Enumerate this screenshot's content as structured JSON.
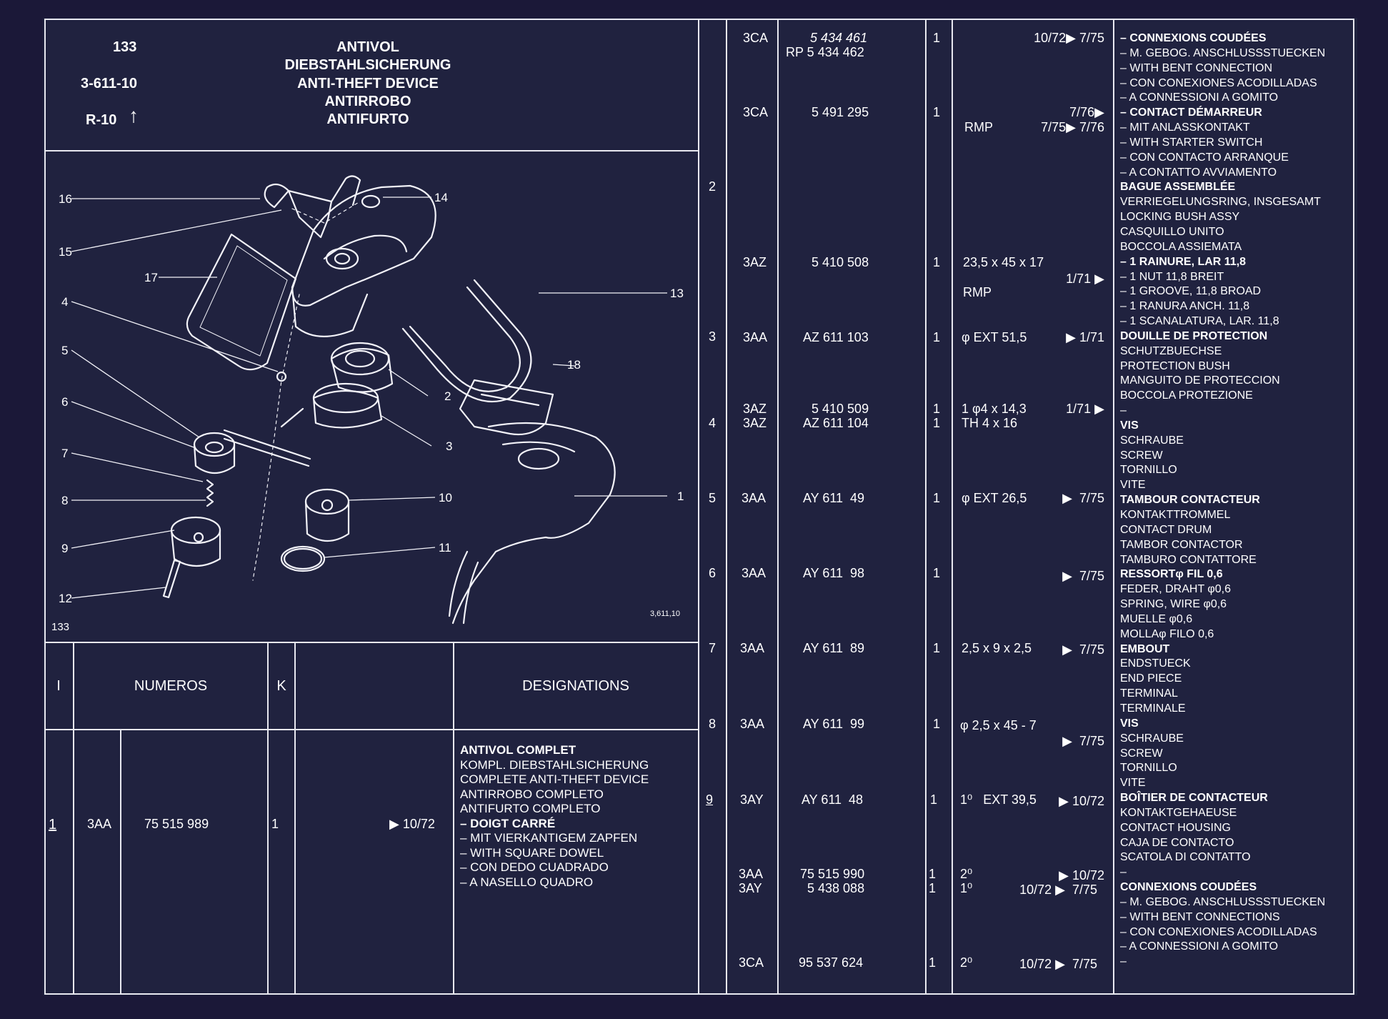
{
  "header": {
    "page_no": "133",
    "ref": "3-611-10",
    "version": "R-10",
    "title_lines": [
      "ANTIVOL",
      "DIEBSTAHLSICHERUNG",
      "ANTI-THEFT DEVICE",
      "ANTIRROBO",
      "ANTIFURTO"
    ]
  },
  "diagram": {
    "callouts": [
      "16",
      "15",
      "17",
      "4",
      "5",
      "6",
      "7",
      "8",
      "9",
      "12",
      "14",
      "13",
      "18",
      "2",
      "3",
      "10",
      "11",
      "1"
    ],
    "ref_code": "3,611,10",
    "page_tag": "133"
  },
  "table_header": {
    "col_i": "I",
    "col_numeros": "NUMEROS",
    "col_k": "K",
    "col_designations": "DESIGNATIONS"
  },
  "left_entry": {
    "item": "1",
    "code": "3AA",
    "number": "75 515 989",
    "qty": "1",
    "date": "▶ 10/72",
    "desc": [
      "ANTIVOL COMPLET",
      "KOMPL. DIEBSTAHLSICHERUNG",
      "COMPLETE ANTI-THEFT DEVICE",
      "ANTIRROBO COMPLETO",
      "ANTIFURTO COMPLETO",
      "– DOIGT CARRÉ",
      "– MIT VIERKANTIGEM ZAPFEN",
      "– WITH SQUARE DOWEL",
      "– CON DEDO CUADRADO",
      "– A NASELLO QUADRO"
    ]
  },
  "right_items": [
    "2",
    "3",
    "4",
    "5",
    "6",
    "7",
    "8",
    "9"
  ],
  "right_rows": [
    {
      "code": "3CA",
      "num": "5 434 461",
      "k": "1",
      "date": "10/72▶ 7/75"
    },
    {
      "code": "",
      "num": "RP 5 434 462",
      "k": "",
      "date": ""
    },
    {
      "code": "3CA",
      "num": "5 491 295",
      "k": "1",
      "date": "7/76▶"
    },
    {
      "code": "",
      "num": "",
      "k": "",
      "spec": "RMP",
      "date": "7/75▶ 7/76"
    },
    {
      "code": "3AZ",
      "num": "5 410 508",
      "k": "1",
      "spec": "23,5 x 45 x 17",
      "date": ""
    },
    {
      "code": "",
      "num": "",
      "k": "",
      "spec": "",
      "date": "1/71 ▶"
    },
    {
      "code": "",
      "num": "",
      "k": "",
      "spec": "RMP",
      "date": ""
    },
    {
      "code": "3AA",
      "num": "AZ 611 103",
      "k": "1",
      "spec": "φ EXT 51,5",
      "date": "▶ 1/71"
    },
    {
      "code": "3AZ",
      "num": "5 410 509",
      "k": "1",
      "spec": "1 φ4 x 14,3",
      "date": "1/71 ▶"
    },
    {
      "code": "3AZ",
      "num": "AZ 611 104",
      "k": "1",
      "spec": "TH 4 x 16",
      "date": ""
    },
    {
      "code": "3AA",
      "num": "AY 611  49",
      "k": "1",
      "spec": "φ EXT 26,5",
      "date": "▶  7/75"
    },
    {
      "code": "3AA",
      "num": "AY 611  98",
      "k": "1",
      "spec": "",
      "date": "▶  7/75"
    },
    {
      "code": "3AA",
      "num": "AY 611  89",
      "k": "1",
      "spec": "2,5 x 9 x 2,5",
      "date": "▶  7/75"
    },
    {
      "code": "3AA",
      "num": "AY 611  99",
      "k": "1",
      "spec": "φ 2,5 x 45 - 7",
      "date": ""
    },
    {
      "code": "",
      "num": "",
      "k": "",
      "spec": "",
      "date": "▶  7/75"
    },
    {
      "code": "3AY",
      "num": "AY 611  48",
      "k": "1",
      "spec": "1⁰   EXT 39,5",
      "date": "▶ 10/72"
    },
    {
      "code": "3AA",
      "num": "75 515 990",
      "k": "1",
      "spec": "2⁰",
      "date": "▶ 10/72"
    },
    {
      "code": "3AY",
      "num": "5 438 088",
      "k": "1",
      "spec": "1⁰",
      "date": "10/72 ▶  7/75"
    },
    {
      "code": "3CA",
      "num": "95 537 624",
      "k": "1",
      "spec": "2⁰",
      "date": "10/72 ▶  7/75"
    }
  ],
  "right_desc": [
    "– CONNEXIONS COUDÉES",
    "– M. GEBOG. ANSCHLUSSSTUECKEN",
    "– WITH BENT CONNECTION",
    "– CON CONEXIONES ACODILLADAS",
    "– A CONNESSIONI A GOMITO",
    "– CONTACT DÉMARREUR",
    "– MIT ANLASSKONTAKT",
    "– WITH STARTER SWITCH",
    "– CON CONTACTO ARRANQUE",
    "– A CONTATTO AVVIAMENTO",
    "BAGUE ASSEMBLÉE",
    "VERRIEGELUNGSRING, INSGESAMT",
    "LOCKING BUSH ASSY",
    "CASQUILLO UNITO",
    "BOCCOLA ASSIEMATA",
    "– 1 RAINURE, LAR 11,8",
    "– 1 NUT 11,8 BREIT",
    "– 1 GROOVE, 11,8 BROAD",
    "– 1 RANURA  ANCH. 11,8",
    "– 1 SCANALATURA, LAR. 11,8",
    "DOUILLE DE PROTECTION",
    "SCHUTZBUECHSE",
    "PROTECTION BUSH",
    "MANGUITO DE PROTECCION",
    "BOCCOLA PROTEZIONE",
    "–",
    "VIS",
    "SCHRAUBE",
    "SCREW",
    "TORNILLO",
    "VITE",
    "TAMBOUR CONTACTEUR",
    "KONTAKTTROMMEL",
    "CONTACT DRUM",
    "TAMBOR CONTACTOR",
    "TAMBURO   CONTATTORE",
    "RESSORTφ FIL 0,6",
    "FEDER, DRAHT φ0,6",
    "SPRING, WIRE φ0,6",
    "MUELLE φ0,6",
    "MOLLAφ FILO 0,6",
    "EMBOUT",
    "ENDSTUECK",
    "END PIECE",
    "TERMINAL",
    "TERMINALE",
    "VIS",
    "SCHRAUBE",
    "SCREW",
    "TORNILLO",
    "VITE",
    "BOÎTIER DE CONTACTEUR",
    "KONTAKTGEHAEUSE",
    "CONTACT HOUSING",
    "CAJA DE CONTACTO",
    "SCATOLA DI CONTATTO",
    "–",
    "CONNEXIONS COUDÉES",
    "– M. GEBOG. ANSCHLUSSSTUECKEN",
    "– WITH BENT CONNECTIONS",
    "– CON CONEXIONES ACODILLADAS",
    "– A CONNESSIONI A GOMITO",
    "–"
  ]
}
